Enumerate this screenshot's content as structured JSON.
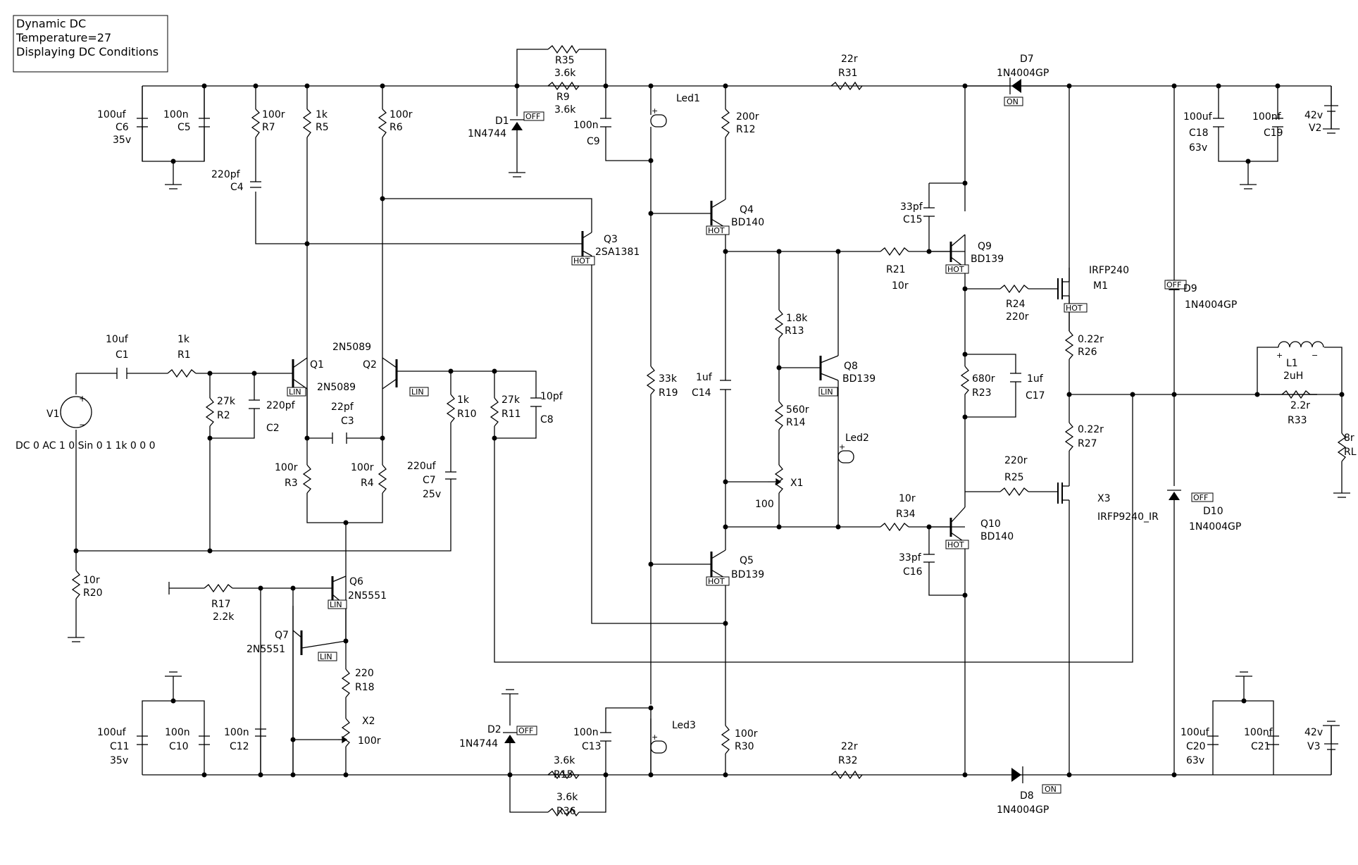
{
  "info": [
    "Dynamic DC",
    "Temperature=27",
    "Displaying DC Conditions"
  ],
  "labels": {
    "c6": "C6",
    "c6v": "100uf",
    "c6r": "35v",
    "c5": "C5",
    "c5v": "100n",
    "r7": "R7",
    "r7v": "100r",
    "r5": "R5",
    "r5v": "1k",
    "r6": "R6",
    "r6v": "100r",
    "c4": "C4",
    "c4v": "220pf",
    "r35": "R35",
    "r35v": "3.6k",
    "r9": "R9",
    "r9v": "3.6k",
    "d1": "D1",
    "d1v": "1N4744",
    "c9": "C9",
    "c9v": "100n",
    "led1": "Led1",
    "r12": "R12",
    "r12v": "200r",
    "r31": "R31",
    "r31v": "22r",
    "d7": "D7",
    "d7v": "1N4004GP",
    "c18": "C18",
    "c18v": "100uf",
    "c18r": "63v",
    "c19": "C19",
    "c19v": "100nf",
    "v2": "V2",
    "v2v": "42v",
    "q4": "Q4",
    "q4v": "BD140",
    "q3": "Q3",
    "q3v": "2SA1381",
    "c15": "C15",
    "c15v": "33pf",
    "q9": "Q9",
    "q9v": "BD139",
    "r21": "R21",
    "r21v": "10r",
    "m1": "M1",
    "m1v": "IRFP240",
    "r24": "R24",
    "r24v": "220r",
    "d9": "D9",
    "d9v": "1N4004GP",
    "r26": "R26",
    "r26v": "0.22r",
    "r13": "R13",
    "r13v": "1.8k",
    "q8": "Q8",
    "q8v": "BD139",
    "c1": "C1",
    "c1v": "10uf",
    "r1": "R1",
    "r1v": "1k",
    "q1": "Q1",
    "q1v": "2N5089",
    "q2": "Q2",
    "q2v": "2N5089",
    "r10": "R10",
    "r10v": "1k",
    "r11": "R11",
    "r11v": "27k",
    "c8": "C8",
    "c8v": "10pf",
    "r19": "R19",
    "r19v": "33k",
    "c14": "C14",
    "c14v": "1uf",
    "r23": "R23",
    "r23v": "680r",
    "c17": "C17",
    "c17v": "1uf",
    "l1": "L1",
    "l1v": "2uH",
    "r33": "R33",
    "r33v": "2.2r",
    "rl": "RL",
    "rlv": "8r",
    "v1": "V1",
    "v1v": "DC 0 AC 1 0 Sin 0 1 1k 0 0 0",
    "r2": "R2",
    "r2v": "27k",
    "c2": "C2",
    "c2v": "220pf",
    "c3": "C3",
    "c3v": "22pf",
    "r14": "R14",
    "r14v": "560r",
    "led2": "Led2",
    "r27": "R27",
    "r27v": "0.22r",
    "r3": "R3",
    "r3v": "100r",
    "r4": "R4",
    "r4v": "100r",
    "c7": "C7",
    "c7v": "220uf",
    "c7r": "25v",
    "x1": "X1",
    "x1v": "100",
    "r25": "R25",
    "r25v": "220r",
    "x3": "X3",
    "x3v": "IRFP9240_IR",
    "r34": "R34",
    "r34v": "10r",
    "q10": "Q10",
    "q10v": "BD140",
    "c16": "C16",
    "c16v": "33pf",
    "d10": "D10",
    "d10v": "1N4004GP",
    "r20": "R20",
    "r20v": "10r",
    "q6": "Q6",
    "q6v": "2N5551",
    "r17": "R17",
    "r17v": "2.2k",
    "q5": "Q5",
    "q5v": "BD139",
    "q7": "Q7",
    "q7v": "2N5551",
    "r18": "R18",
    "r18v": "220",
    "c11": "C11",
    "c11v": "100uf",
    "c11r": "35v",
    "c10": "C10",
    "c10v": "100n",
    "c12": "C12",
    "c12v": "100n",
    "x2": "X2",
    "x2v": "100r",
    "d2": "D2",
    "d2v": "1N4744",
    "c13": "C13",
    "c13v": "100n",
    "led3": "Led3",
    "r30": "R30",
    "r30v": "100r",
    "r32": "R32",
    "r32v": "22r",
    "c20": "C20",
    "c20v": "100uf",
    "c20r": "63v",
    "c21": "C21",
    "c21v": "100nf",
    "v3": "V3",
    "v3v": "42v",
    "r15": "R15",
    "r15v": "3.6k",
    "r36": "R36",
    "r36v": "3.6k",
    "d8": "D8",
    "d8v": "1N4004GP"
  },
  "states": {
    "off": "OFF",
    "on": "ON",
    "hot": "HOT",
    "lin": "LIN"
  }
}
